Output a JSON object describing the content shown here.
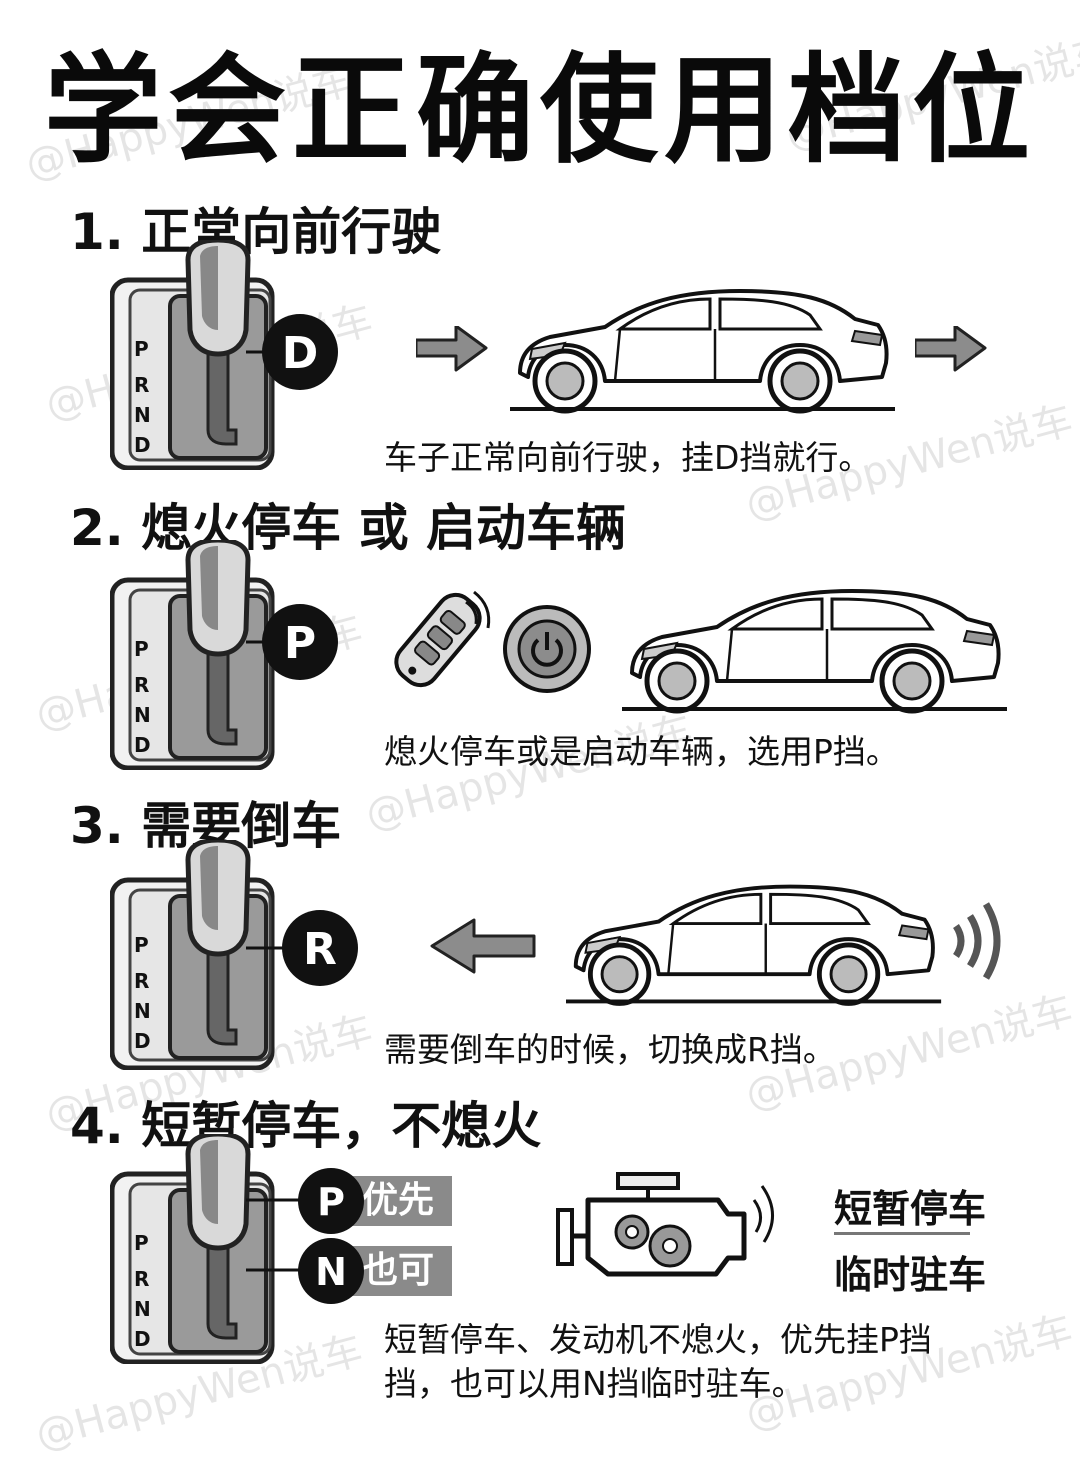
{
  "title": "学会正确使用档位",
  "watermark": "@HappyWen说车",
  "gear_letters": [
    "P",
    "R",
    "N",
    "D"
  ],
  "sections": [
    {
      "heading": "1. 正常向前行驶",
      "gear": "D",
      "caption": "车子正常向前行驶，挂D挡就行。"
    },
    {
      "heading": "2. 熄火停车 或 启动车辆",
      "gear": "P",
      "caption": "熄火停车或是启动车辆，选用P挡。"
    },
    {
      "heading": "3. 需要倒车",
      "gear": "R",
      "caption": "需要倒车的时候，切换成R挡。"
    },
    {
      "heading": "4. 短暂停车，不熄火",
      "gear_p": "P",
      "gear_p_label": "优先",
      "gear_n": "N",
      "gear_n_label": "也可",
      "side_label_1": "短暂停车",
      "side_label_2": "临时驻车",
      "caption_line1": "短暂停车、发动机不熄火，优先挂P挡",
      "caption_line2": "挡，也可以用N挡临时驻车。"
    }
  ],
  "icons": [
    "arrow-right-icon",
    "car-icon",
    "car-key-icon",
    "power-button-icon",
    "arrow-left-icon",
    "sound-wave-icon",
    "engine-icon",
    "gear-shifter-icon"
  ],
  "colors": {
    "text": "#111111",
    "gray": "#8a8a8a",
    "badge": "#111111"
  }
}
